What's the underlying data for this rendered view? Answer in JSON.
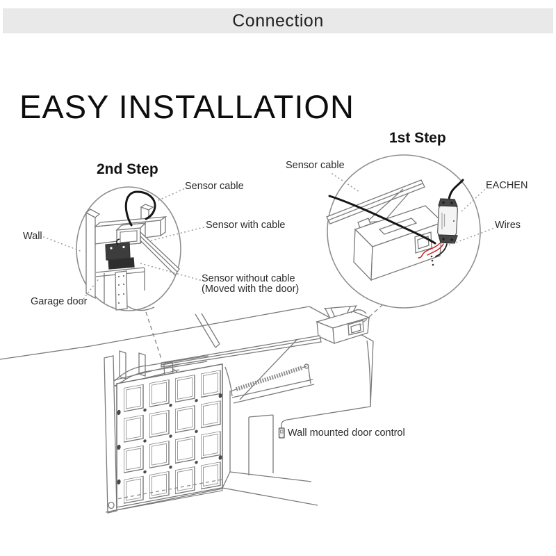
{
  "header": {
    "title": "Connection"
  },
  "title": "EASY INSTALLATION",
  "step1": {
    "title": "1st Step",
    "labels": {
      "sensor_cable": "Sensor cable",
      "device_brand": "EACHEN",
      "wires": "Wires"
    }
  },
  "step2": {
    "title": "2nd Step",
    "labels": {
      "wall": "Wall",
      "garage_door": "Garage door",
      "sensor_cable": "Sensor cable",
      "sensor_with_cable": "Sensor with cable",
      "sensor_without_cable": "Sensor without cable",
      "sensor_without_cable_note": "(Moved with the door)"
    }
  },
  "scene": {
    "labels": {
      "wall_mounted_control": "Wall mounted door control"
    }
  },
  "colors": {
    "header_bg": "#e9e9e9",
    "text": "#2b2b2b",
    "note_red": "#e2312a",
    "wire_red": "#cc2222",
    "line_gray": "#7a7a7a",
    "cable_black": "#161616"
  }
}
